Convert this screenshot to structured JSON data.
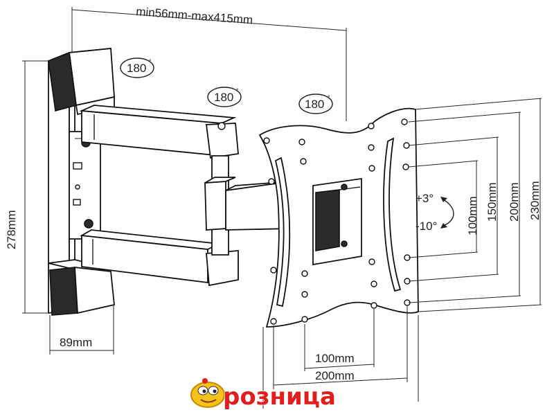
{
  "dimensions": {
    "arm_extension": "min56mm-max415mm",
    "height": "278mm",
    "depth": "89mm",
    "vesa_h_100": "100mm",
    "vesa_h_200": "200mm",
    "vesa_v_100": "100mm",
    "vesa_v_150": "150mm",
    "vesa_v_200": "200mm",
    "vesa_v_230": "230mm"
  },
  "rotations": {
    "wall_swivel": "180",
    "mid_swivel": "180",
    "plate_swivel": "180",
    "degree_mark": "°"
  },
  "tilt": {
    "up": "+3°",
    "down": "-10°"
  },
  "logo": {
    "text": "розница"
  }
}
